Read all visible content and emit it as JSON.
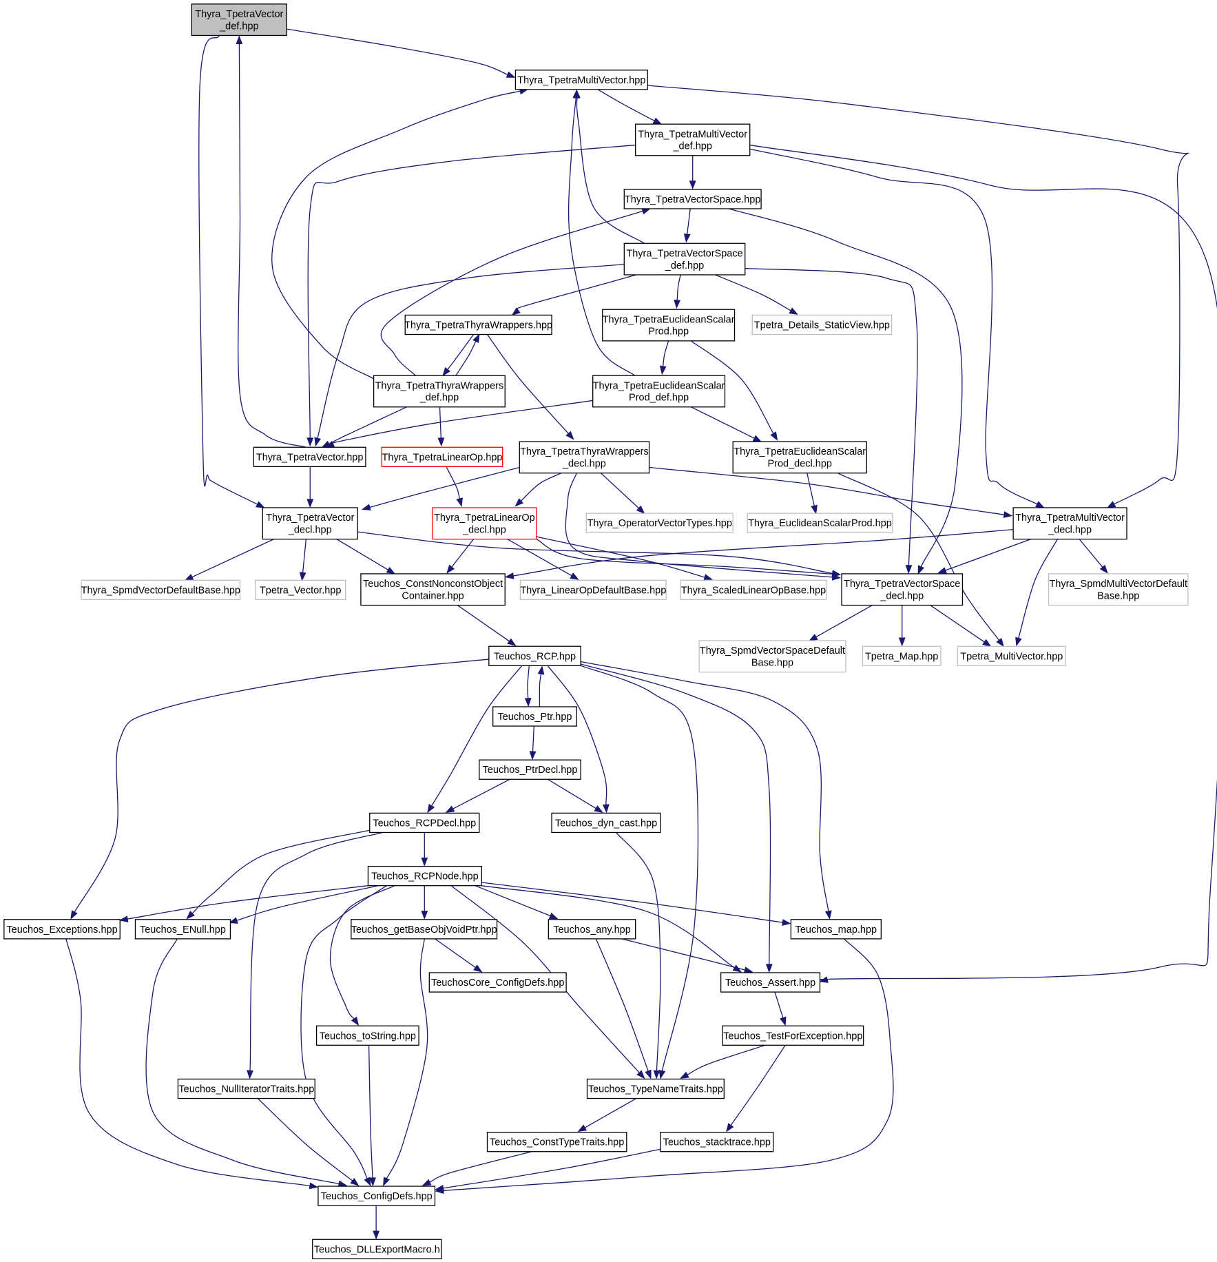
{
  "colors": {
    "edge": "#191970",
    "node_border_normal": "#000000",
    "node_border_external": "#bfbfbf",
    "node_border_truncated": "#ff0000",
    "node_fill_root": "#bfbfbf",
    "node_fill": "#ffffff"
  },
  "nodes": [
    {
      "id": "n0",
      "lines": [
        "Thyra_TpetraVector",
        "_def.hpp"
      ],
      "style": "root"
    },
    {
      "id": "n1",
      "lines": [
        "Thyra_TpetraMultiVector.hpp"
      ],
      "style": "normal"
    },
    {
      "id": "n2",
      "lines": [
        "Thyra_TpetraMultiVector",
        "_def.hpp"
      ],
      "style": "normal"
    },
    {
      "id": "n3",
      "lines": [
        "Thyra_TpetraVectorSpace.hpp"
      ],
      "style": "normal"
    },
    {
      "id": "n4",
      "lines": [
        "Thyra_TpetraVectorSpace",
        "_def.hpp"
      ],
      "style": "normal"
    },
    {
      "id": "n5",
      "lines": [
        "Thyra_TpetraThyraWrappers.hpp"
      ],
      "style": "normal"
    },
    {
      "id": "n6",
      "lines": [
        "Thyra_TpetraEuclideanScalar",
        "Prod.hpp"
      ],
      "style": "normal"
    },
    {
      "id": "n7",
      "lines": [
        "Tpetra_Details_StaticView.hpp"
      ],
      "style": "external"
    },
    {
      "id": "n8",
      "lines": [
        "Thyra_TpetraThyraWrappers",
        "_def.hpp"
      ],
      "style": "normal"
    },
    {
      "id": "n9",
      "lines": [
        "Thyra_TpetraEuclideanScalar",
        "Prod_def.hpp"
      ],
      "style": "normal"
    },
    {
      "id": "n10",
      "lines": [
        "Thyra_TpetraVector.hpp"
      ],
      "style": "normal"
    },
    {
      "id": "n11",
      "lines": [
        "Thyra_TpetraLinearOp.hpp"
      ],
      "style": "truncated"
    },
    {
      "id": "n12",
      "lines": [
        "Thyra_TpetraThyraWrappers",
        "_decl.hpp"
      ],
      "style": "normal"
    },
    {
      "id": "n13",
      "lines": [
        "Thyra_TpetraEuclideanScalar",
        "Prod_decl.hpp"
      ],
      "style": "normal"
    },
    {
      "id": "n14",
      "lines": [
        "Thyra_TpetraVector",
        "_decl.hpp"
      ],
      "style": "normal"
    },
    {
      "id": "n15",
      "lines": [
        "Thyra_TpetraLinearOp",
        "_decl.hpp"
      ],
      "style": "truncated"
    },
    {
      "id": "n16",
      "lines": [
        "Thyra_OperatorVectorTypes.hpp"
      ],
      "style": "external"
    },
    {
      "id": "n17",
      "lines": [
        "Thyra_EuclideanScalarProd.hpp"
      ],
      "style": "external"
    },
    {
      "id": "n18",
      "lines": [
        "Thyra_TpetraMultiVector",
        "_decl.hpp"
      ],
      "style": "normal"
    },
    {
      "id": "n19",
      "lines": [
        "Thyra_SpmdVectorDefaultBase.hpp"
      ],
      "style": "external"
    },
    {
      "id": "n20",
      "lines": [
        "Tpetra_Vector.hpp"
      ],
      "style": "external"
    },
    {
      "id": "n21",
      "lines": [
        "Teuchos_ConstNonconstObject",
        "Container.hpp"
      ],
      "style": "normal"
    },
    {
      "id": "n22",
      "lines": [
        "Thyra_LinearOpDefaultBase.hpp"
      ],
      "style": "external"
    },
    {
      "id": "n23",
      "lines": [
        "Thyra_ScaledLinearOpBase.hpp"
      ],
      "style": "external"
    },
    {
      "id": "n24",
      "lines": [
        "Thyra_TpetraVectorSpace",
        "_decl.hpp"
      ],
      "style": "normal"
    },
    {
      "id": "n25",
      "lines": [
        "Thyra_SpmdMultiVectorDefault",
        "Base.hpp"
      ],
      "style": "external"
    },
    {
      "id": "n26",
      "lines": [
        "Thyra_SpmdVectorSpaceDefault",
        "Base.hpp"
      ],
      "style": "external"
    },
    {
      "id": "n27",
      "lines": [
        "Tpetra_Map.hpp"
      ],
      "style": "external"
    },
    {
      "id": "n28",
      "lines": [
        "Tpetra_MultiVector.hpp"
      ],
      "style": "external"
    },
    {
      "id": "n29",
      "lines": [
        "Teuchos_RCP.hpp"
      ],
      "style": "normal"
    },
    {
      "id": "n30",
      "lines": [
        "Teuchos_Ptr.hpp"
      ],
      "style": "normal"
    },
    {
      "id": "n31",
      "lines": [
        "Teuchos_PtrDecl.hpp"
      ],
      "style": "normal"
    },
    {
      "id": "n32",
      "lines": [
        "Teuchos_RCPDecl.hpp"
      ],
      "style": "normal"
    },
    {
      "id": "n33",
      "lines": [
        "Teuchos_dyn_cast.hpp"
      ],
      "style": "normal"
    },
    {
      "id": "n34",
      "lines": [
        "Teuchos_RCPNode.hpp"
      ],
      "style": "normal"
    },
    {
      "id": "n35",
      "lines": [
        "Teuchos_Exceptions.hpp"
      ],
      "style": "normal"
    },
    {
      "id": "n36",
      "lines": [
        "Teuchos_ENull.hpp"
      ],
      "style": "normal"
    },
    {
      "id": "n37",
      "lines": [
        "Teuchos_getBaseObjVoidPtr.hpp"
      ],
      "style": "normal"
    },
    {
      "id": "n38",
      "lines": [
        "Teuchos_any.hpp"
      ],
      "style": "normal"
    },
    {
      "id": "n39",
      "lines": [
        "Teuchos_map.hpp"
      ],
      "style": "normal"
    },
    {
      "id": "n40",
      "lines": [
        "TeuchosCore_ConfigDefs.hpp"
      ],
      "style": "normal"
    },
    {
      "id": "n41",
      "lines": [
        "Teuchos_Assert.hpp"
      ],
      "style": "normal"
    },
    {
      "id": "n42",
      "lines": [
        "Teuchos_toString.hpp"
      ],
      "style": "normal"
    },
    {
      "id": "n43",
      "lines": [
        "Teuchos_TestForException.hpp"
      ],
      "style": "normal"
    },
    {
      "id": "n44",
      "lines": [
        "Teuchos_NullIteratorTraits.hpp"
      ],
      "style": "normal"
    },
    {
      "id": "n45",
      "lines": [
        "Teuchos_TypeNameTraits.hpp"
      ],
      "style": "normal"
    },
    {
      "id": "n46",
      "lines": [
        "Teuchos_ConstTypeTraits.hpp"
      ],
      "style": "normal"
    },
    {
      "id": "n47",
      "lines": [
        "Teuchos_stacktrace.hpp"
      ],
      "style": "normal"
    },
    {
      "id": "n48",
      "lines": [
        "Teuchos_ConfigDefs.hpp"
      ],
      "style": "normal"
    },
    {
      "id": "n49",
      "lines": [
        "Teuchos_DLLExportMacro.h"
      ],
      "style": "normal"
    }
  ],
  "edges": [
    {
      "from": "n0",
      "to": "n1"
    },
    {
      "from": "n0",
      "to": "n14"
    },
    {
      "from": "n1",
      "to": "n2"
    },
    {
      "from": "n1",
      "to": "n18"
    },
    {
      "from": "n2",
      "to": "n3"
    },
    {
      "from": "n2",
      "to": "n10"
    },
    {
      "from": "n2",
      "to": "n18"
    },
    {
      "from": "n2",
      "to": "n41"
    },
    {
      "from": "n3",
      "to": "n4"
    },
    {
      "from": "n3",
      "to": "n24"
    },
    {
      "from": "n4",
      "to": "n1"
    },
    {
      "from": "n4",
      "to": "n5"
    },
    {
      "from": "n4",
      "to": "n6"
    },
    {
      "from": "n4",
      "to": "n7"
    },
    {
      "from": "n4",
      "to": "n10"
    },
    {
      "from": "n4",
      "to": "n24"
    },
    {
      "from": "n5",
      "to": "n8"
    },
    {
      "from": "n5",
      "to": "n12"
    },
    {
      "from": "n6",
      "to": "n9"
    },
    {
      "from": "n6",
      "to": "n13"
    },
    {
      "from": "n8",
      "to": "n1"
    },
    {
      "from": "n8",
      "to": "n3"
    },
    {
      "from": "n8",
      "to": "n5"
    },
    {
      "from": "n8",
      "to": "n10"
    },
    {
      "from": "n8",
      "to": "n11"
    },
    {
      "from": "n9",
      "to": "n1"
    },
    {
      "from": "n9",
      "to": "n10"
    },
    {
      "from": "n9",
      "to": "n13"
    },
    {
      "from": "n10",
      "to": "n0"
    },
    {
      "from": "n10",
      "to": "n14"
    },
    {
      "from": "n11",
      "to": "n15"
    },
    {
      "from": "n12",
      "to": "n14"
    },
    {
      "from": "n12",
      "to": "n15"
    },
    {
      "from": "n12",
      "to": "n16"
    },
    {
      "from": "n12",
      "to": "n18"
    },
    {
      "from": "n12",
      "to": "n24"
    },
    {
      "from": "n13",
      "to": "n17"
    },
    {
      "from": "n13",
      "to": "n28"
    },
    {
      "from": "n14",
      "to": "n19"
    },
    {
      "from": "n14",
      "to": "n20"
    },
    {
      "from": "n14",
      "to": "n21"
    },
    {
      "from": "n14",
      "to": "n24"
    },
    {
      "from": "n15",
      "to": "n21"
    },
    {
      "from": "n15",
      "to": "n22"
    },
    {
      "from": "n15",
      "to": "n23"
    },
    {
      "from": "n15",
      "to": "n24"
    },
    {
      "from": "n18",
      "to": "n21"
    },
    {
      "from": "n18",
      "to": "n24"
    },
    {
      "from": "n18",
      "to": "n25"
    },
    {
      "from": "n18",
      "to": "n28"
    },
    {
      "from": "n21",
      "to": "n29"
    },
    {
      "from": "n24",
      "to": "n26"
    },
    {
      "from": "n24",
      "to": "n27"
    },
    {
      "from": "n24",
      "to": "n28"
    },
    {
      "from": "n29",
      "to": "n30"
    },
    {
      "from": "n29",
      "to": "n32"
    },
    {
      "from": "n29",
      "to": "n33"
    },
    {
      "from": "n29",
      "to": "n35"
    },
    {
      "from": "n29",
      "to": "n39"
    },
    {
      "from": "n29",
      "to": "n41"
    },
    {
      "from": "n29",
      "to": "n45"
    },
    {
      "from": "n30",
      "to": "n29"
    },
    {
      "from": "n30",
      "to": "n31"
    },
    {
      "from": "n31",
      "to": "n32"
    },
    {
      "from": "n31",
      "to": "n33"
    },
    {
      "from": "n32",
      "to": "n34"
    },
    {
      "from": "n32",
      "to": "n36"
    },
    {
      "from": "n32",
      "to": "n44"
    },
    {
      "from": "n33",
      "to": "n45"
    },
    {
      "from": "n34",
      "to": "n35"
    },
    {
      "from": "n34",
      "to": "n36"
    },
    {
      "from": "n34",
      "to": "n37"
    },
    {
      "from": "n34",
      "to": "n38"
    },
    {
      "from": "n34",
      "to": "n39"
    },
    {
      "from": "n34",
      "to": "n41"
    },
    {
      "from": "n34",
      "to": "n42"
    },
    {
      "from": "n34",
      "to": "n45"
    },
    {
      "from": "n34",
      "to": "n48"
    },
    {
      "from": "n35",
      "to": "n48"
    },
    {
      "from": "n36",
      "to": "n48"
    },
    {
      "from": "n37",
      "to": "n40"
    },
    {
      "from": "n37",
      "to": "n48"
    },
    {
      "from": "n38",
      "to": "n41"
    },
    {
      "from": "n38",
      "to": "n45"
    },
    {
      "from": "n39",
      "to": "n48"
    },
    {
      "from": "n41",
      "to": "n43"
    },
    {
      "from": "n42",
      "to": "n48"
    },
    {
      "from": "n43",
      "to": "n45"
    },
    {
      "from": "n43",
      "to": "n47"
    },
    {
      "from": "n44",
      "to": "n48"
    },
    {
      "from": "n45",
      "to": "n46"
    },
    {
      "from": "n46",
      "to": "n48"
    },
    {
      "from": "n47",
      "to": "n48"
    },
    {
      "from": "n48",
      "to": "n49"
    }
  ]
}
